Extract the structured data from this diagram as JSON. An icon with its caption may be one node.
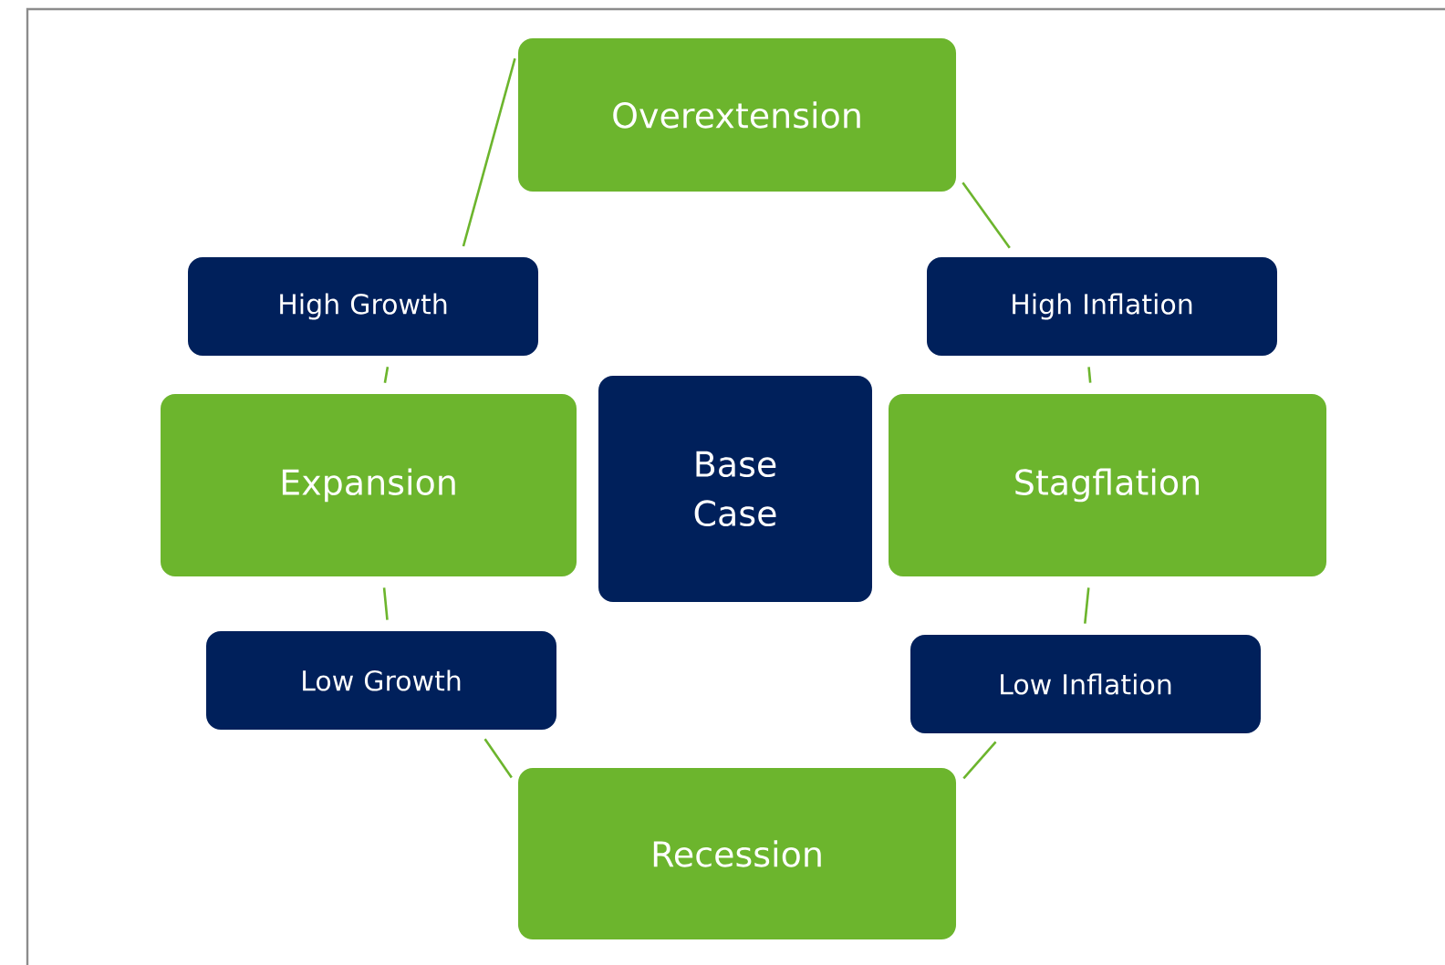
{
  "diagram": {
    "nodes": [
      {
        "text": [
          "Overextension"
        ]
      },
      {
        "text": [
          "High Growth"
        ]
      },
      {
        "text": [
          "High Inflation"
        ]
      },
      {
        "text": [
          "Expansion"
        ]
      },
      {
        "text": [
          "Base Case"
        ]
      },
      {
        "text": [
          "Stagflation"
        ]
      },
      {
        "text": [
          "Low Growth"
        ]
      },
      {
        "text": [
          "Low Inflation"
        ]
      },
      {
        "text": [
          "Recession"
        ]
      }
    ],
    "edges": [
      {
        "from": 0,
        "to": 2,
        "arrow": "none"
      },
      {
        "from": 2,
        "to": 5,
        "arrow": "none"
      },
      {
        "from": 5,
        "to": 7,
        "arrow": "none"
      },
      {
        "from": 7,
        "to": 8,
        "arrow": "none"
      },
      {
        "from": 8,
        "to": 6,
        "arrow": "none"
      },
      {
        "from": 6,
        "to": 3,
        "arrow": "none"
      },
      {
        "from": 3,
        "to": 1,
        "arrow": "none"
      },
      {
        "from": 1,
        "to": 0,
        "arrow": "none"
      }
    ]
  }
}
